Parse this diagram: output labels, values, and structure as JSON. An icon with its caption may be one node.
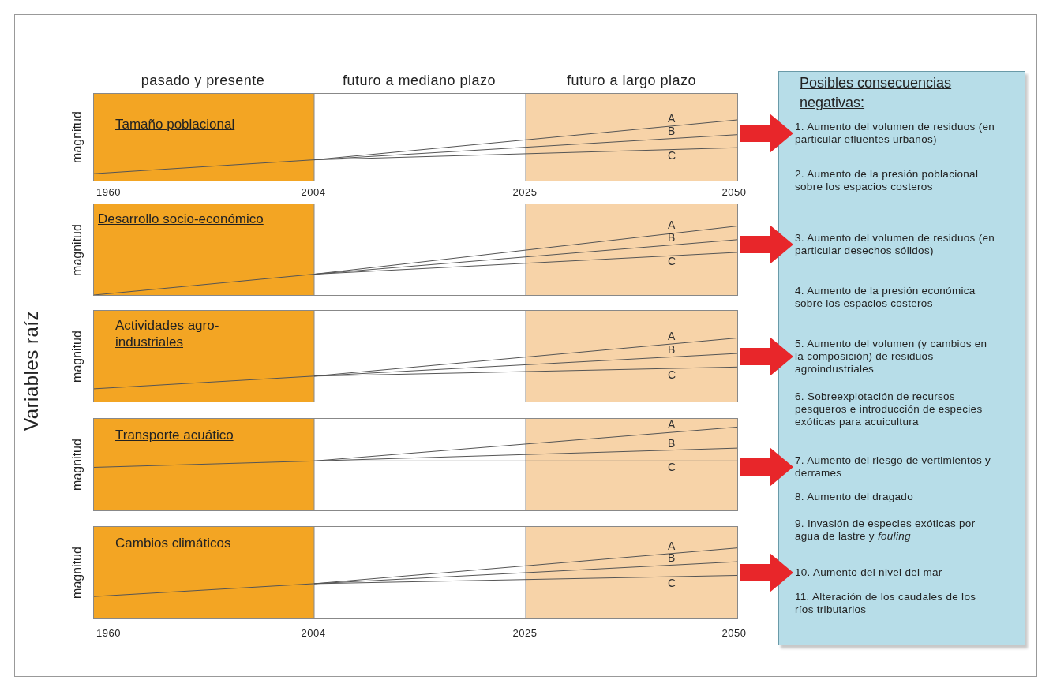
{
  "diagram": {
    "nodes": [
      {
        "text": [
          "Tamaño poblacional",
          "A",
          "B",
          "C"
        ],
        "beside": [
          "magnitud"
        ]
      },
      {
        "text": [
          "Desarrollo socio-económico",
          "A",
          "B",
          "C"
        ],
        "beside": [
          "magnitud"
        ]
      },
      {
        "text": [
          "Actividades agro-industriales",
          "A",
          "B",
          "C"
        ],
        "beside": [
          "magnitud"
        ]
      },
      {
        "text": [
          "Transporte acuático",
          "A",
          "B",
          "C"
        ],
        "beside": [
          "magnitud"
        ]
      },
      {
        "text": [
          "Cambios climáticos",
          "A",
          "B",
          "C"
        ],
        "beside": [
          "magnitud"
        ]
      },
      {
        "text": [
          "Posibles consecuencias negativas:"
        ]
      },
      {
        "text": [
          "1. Aumento del volumen de residuos (en particular efluentes urbanos)"
        ],
        "in": 5
      },
      {
        "text": [
          "2. Aumento de la presión poblacional sobre los espacios costeros"
        ],
        "in": 5
      },
      {
        "text": [
          "3. Aumento del volumen de residuos (en particular desechos sólidos)"
        ],
        "in": 5
      },
      {
        "text": [
          "4. Aumento de la presión económica sobre los espacios costeros"
        ],
        "in": 5
      },
      {
        "text": [
          "5. Aumento del volumen (y cambios en la composición) de residuos agroindustriales"
        ],
        "in": 5
      },
      {
        "text": [
          "6. Sobreexplotación de recursos pesqueros e introducción de especies exóticas para acuicultura"
        ],
        "in": 5
      },
      {
        "text": [
          "7. Aumento del riesgo de vertimientos y derrames"
        ],
        "in": 5
      },
      {
        "text": [
          "8. Aumento del dragado"
        ],
        "in": 5
      },
      {
        "text": [
          "9. Invasión de especies exóticas por agua de lastre y *fouling*"
        ],
        "in": 5
      },
      {
        "text": [
          "10. Aumento del nivel del mar"
        ],
        "in": 5
      },
      {
        "text": [
          "11. Alteración de los caudales de los ríos tributarios"
        ],
        "in": 5
      }
    ],
    "edges": [
      {
        "from": 0,
        "to": 6,
        "arrow": "to"
      },
      {
        "from": 1,
        "to": 8,
        "arrow": "to"
      },
      {
        "from": 2,
        "to": 10,
        "arrow": "to"
      },
      {
        "from": 3,
        "to": 12,
        "arrow": "to"
      },
      {
        "from": 4,
        "to": 15,
        "arrow": "to"
      }
    ],
    "labels": [
      "pasado y presente",
      "futuro a mediano plazo",
      "futuro a largo plazo",
      "Variables raíz",
      "1960",
      "2004",
      "2025",
      "2050",
      "1960",
      "2004",
      "2025",
      "2050"
    ]
  }
}
